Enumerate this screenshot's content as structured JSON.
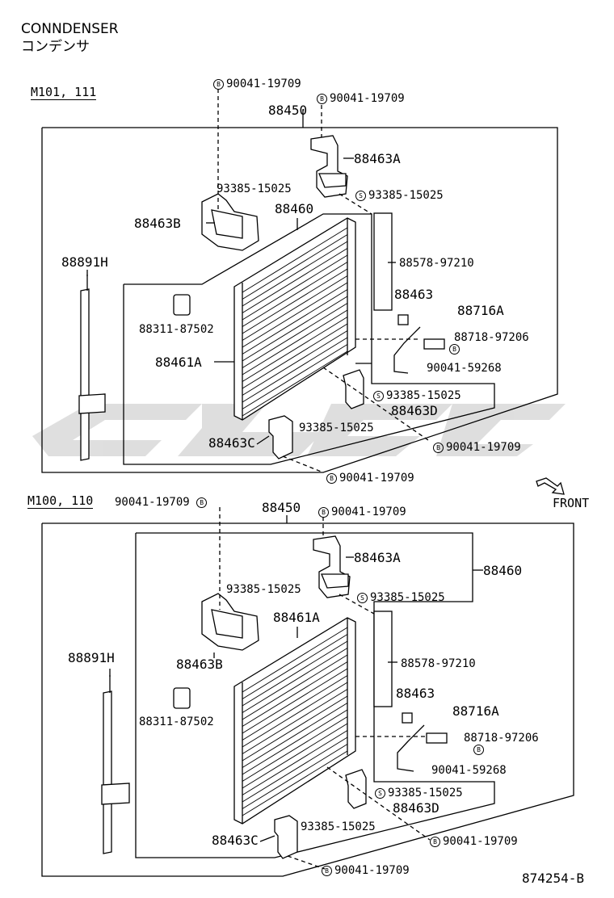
{
  "title": {
    "en": "CONNDENSER",
    "jp": "コンデンサ"
  },
  "doc_number": "874254-B",
  "front_label": "FRONT",
  "bolt_marker": "B",
  "seal_marker": "S",
  "upper": {
    "variant": "M101, 111",
    "labels": {
      "p90041_a": "90041-19709",
      "p90041_b": "90041-19709",
      "p88450": "88450",
      "p88463A": "88463A",
      "p93385_a": "93385-15025",
      "p93385_b": "93385-15025",
      "p88463B": "88463B",
      "p88460": "88460",
      "p88891H": "88891H",
      "p88578": "88578-97210",
      "p88463": "88463",
      "p88716A": "88716A",
      "p88718": "88718-97206",
      "p88311": "88311-87502",
      "p88461A": "88461A",
      "p90041_c": "90041-59268",
      "p93385_c": "93385-15025",
      "p88463D": "88463D",
      "p93385_d": "93385-15025",
      "p88463C": "88463C",
      "p90041_d": "90041-19709",
      "p90041_e": "90041-19709"
    }
  },
  "lower": {
    "variant": "M100, 110",
    "labels": {
      "p90041_a": "90041-19709",
      "p88450": "88450",
      "p90041_b": "90041-19709",
      "p88463A": "88463A",
      "p88460": "88460",
      "p93385_a": "93385-15025",
      "p93385_b": "93385-15025",
      "p88461A": "88461A",
      "p88891H": "88891H",
      "p88463B": "88463B",
      "p88578": "88578-97210",
      "p88463": "88463",
      "p88716A": "88716A",
      "p88311": "88311-87502",
      "p88718": "88718-97206",
      "p90041_c": "90041-59268",
      "p93385_c": "93385-15025",
      "p88463D": "88463D",
      "p93385_d": "93385-15025",
      "p88463C": "88463C",
      "p90041_d": "90041-19709",
      "p90041_e": "90041-19709"
    }
  },
  "colors": {
    "line": "#000000",
    "watermark": "#d9d9d9",
    "part": "#ffffff"
  }
}
